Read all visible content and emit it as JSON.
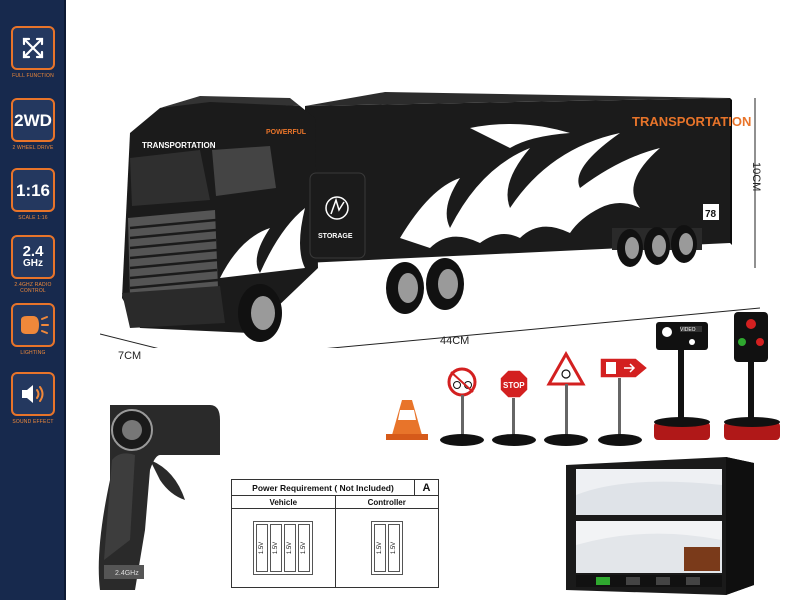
{
  "features": [
    {
      "icon": "cross-arrows-icon",
      "caption": "FULL FUNCTION"
    },
    {
      "icon_text": "2WD",
      "caption": "2 WHEEL DRIVE"
    },
    {
      "icon_text": "1:16",
      "caption": "Scale 1:16"
    },
    {
      "icon_text": "2.4",
      "icon_subtext": "GHz",
      "caption": "2.4GHz Radio Control"
    },
    {
      "icon": "headlight-icon",
      "caption": "LIGHTING"
    },
    {
      "icon": "speaker-icon",
      "caption": "SOUND EFFECT"
    }
  ],
  "truck": {
    "cab_brand": "TRANSPORTATION",
    "cab_tag": "POWERFUL",
    "trailer_brand": "TRANSPORTATION",
    "trailer_badge": "78",
    "tank_label": "STORAGE"
  },
  "dimensions": {
    "length": "44CM",
    "height": "10CM",
    "width": "7CM"
  },
  "accessories": {
    "warning_sign": "STOP",
    "box_sign": "VIDEO"
  },
  "controller": {
    "label": "2.4GHz"
  },
  "power": {
    "title": "Power Requirement ( Not Included)",
    "code": "A",
    "vehicle_label": "Vehicle",
    "controller_label": "Controller",
    "battery_label": "1.5V"
  },
  "colors": {
    "sidebar": "#17294d",
    "accent": "#e8742a",
    "truck_body": "#1b1b1b"
  }
}
